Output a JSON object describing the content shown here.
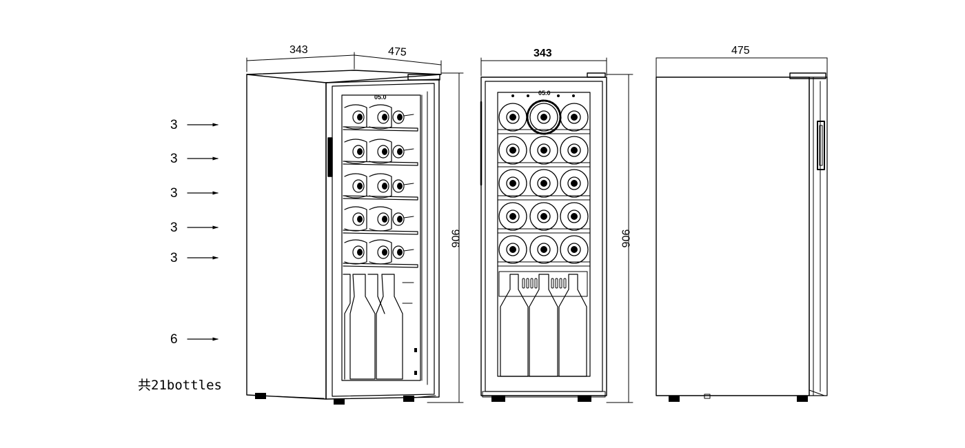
{
  "shelves": [
    {
      "count": "3"
    },
    {
      "count": "3"
    },
    {
      "count": "3"
    },
    {
      "count": "3"
    },
    {
      "count": "3"
    },
    {
      "count": "6"
    }
  ],
  "total_label": "共21bottles",
  "display_readout": "05.0",
  "views": {
    "iso": {
      "width_label": "343",
      "depth_label": "475",
      "height_label": "906"
    },
    "front": {
      "width_label": "343",
      "height_label": "906"
    },
    "side": {
      "depth_label": "475"
    }
  }
}
